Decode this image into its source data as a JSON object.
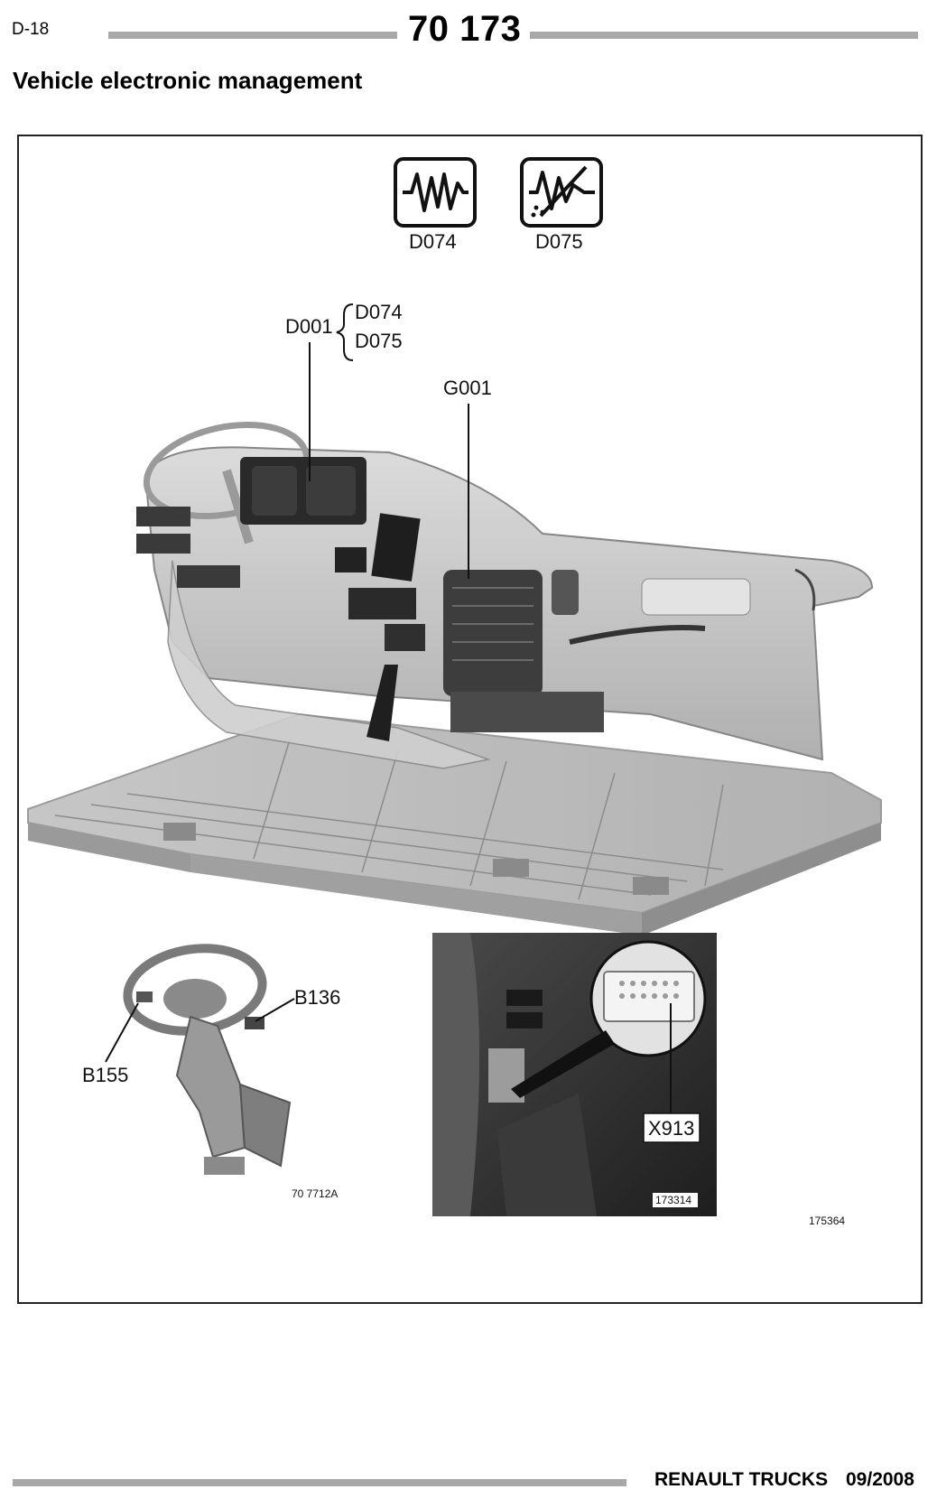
{
  "header": {
    "page_ref": "D-18",
    "doc_number": "70 173",
    "section_title": "Vehicle electronic management"
  },
  "figure": {
    "icons": [
      {
        "label": "D074",
        "icon": "waveform-icon"
      },
      {
        "label": "D075",
        "icon": "fault-signal-icon"
      }
    ],
    "callouts": {
      "d001": "D001",
      "d001_sub_1": "D074",
      "d001_sub_2": "D075",
      "g001": "G001",
      "b136": "B136",
      "b155": "B155",
      "x913": "X913"
    },
    "inset_left_ref": "70 7712A",
    "inset_right_ref": "173314",
    "figure_ref": "175364"
  },
  "footer": {
    "brand": "RENAULT TRUCKS",
    "date": "09/2008"
  }
}
